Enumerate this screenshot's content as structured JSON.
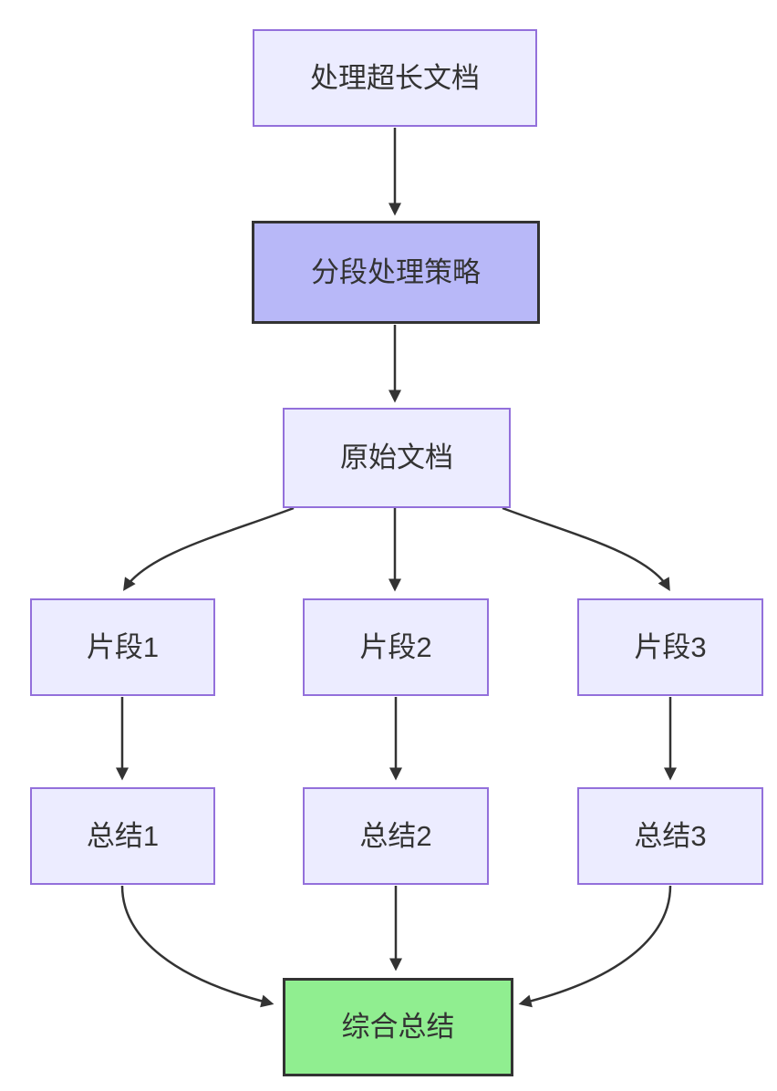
{
  "diagram": {
    "type": "flowchart",
    "direction": "top-down",
    "nodes": [
      {
        "id": "A",
        "label": "处理超长文档",
        "style": "default"
      },
      {
        "id": "B",
        "label": "分段处理策略",
        "style": "highlight"
      },
      {
        "id": "C",
        "label": "原始文档",
        "style": "default"
      },
      {
        "id": "D",
        "label": "片段1",
        "style": "default"
      },
      {
        "id": "E",
        "label": "片段2",
        "style": "default"
      },
      {
        "id": "F",
        "label": "片段3",
        "style": "default"
      },
      {
        "id": "G",
        "label": "总结1",
        "style": "default"
      },
      {
        "id": "H",
        "label": "总结2",
        "style": "default"
      },
      {
        "id": "I",
        "label": "总结3",
        "style": "default"
      }
    ],
    "result_node": {
      "id": "J",
      "label": "综合总结",
      "style": "success"
    },
    "edges": [
      {
        "from": "处理超长文档",
        "to": "分段处理策略"
      },
      {
        "from": "分段处理策略",
        "to": "原始文档"
      },
      {
        "from": "原始文档",
        "to": "片段1"
      },
      {
        "from": "原始文档",
        "to": "片段2"
      },
      {
        "from": "原始文档",
        "to": "片段3"
      },
      {
        "from": "片段1",
        "to": "总结1"
      },
      {
        "from": "片段2",
        "to": "总结2"
      },
      {
        "from": "片段3",
        "to": "总结3"
      },
      {
        "from": "总结1",
        "to": "综合总结"
      },
      {
        "from": "总结2",
        "to": "综合总结"
      },
      {
        "from": "总结3",
        "to": "综合总结"
      }
    ],
    "colors": {
      "node_fill": "#ececff",
      "node_border": "#9370db",
      "highlight_fill": "#b8b8f8",
      "success_fill": "#90ee90",
      "strong_border": "#333333",
      "edge": "#333333",
      "text": "#333333"
    }
  }
}
